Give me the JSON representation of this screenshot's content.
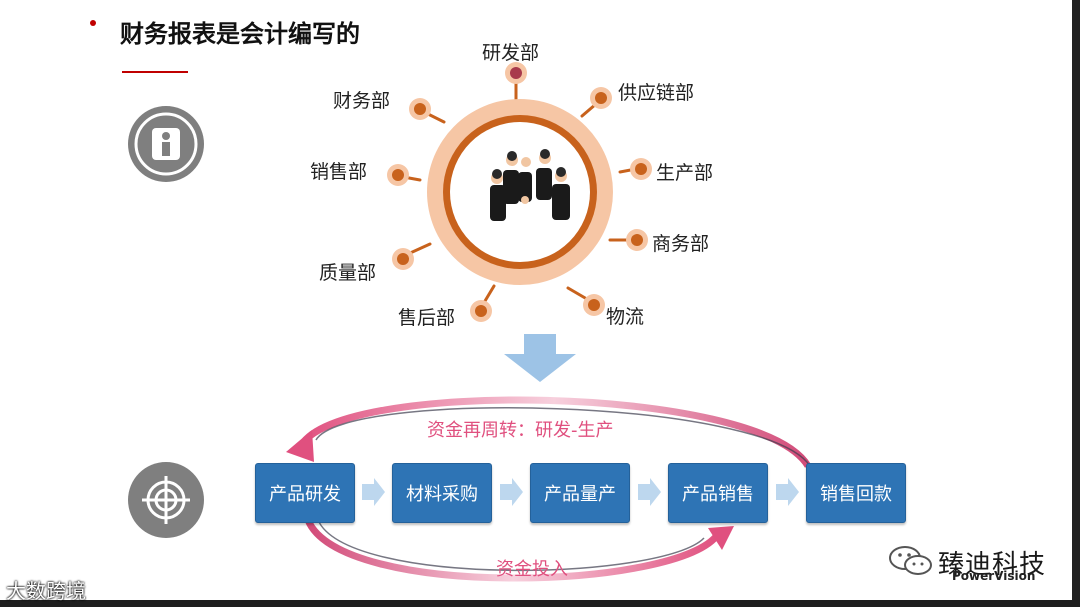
{
  "title": "财务报表是会计编写的",
  "departments": {
    "rd": "研发部",
    "supply_chain": "供应链部",
    "finance": "财务部",
    "production": "生产部",
    "sales": "销售部",
    "business": "商务部",
    "quality": "质量部",
    "logistics": "物流",
    "after_sales": "售后部"
  },
  "flow": {
    "steps": [
      "产品研发",
      "材料采购",
      "产品量产",
      "产品销售",
      "销售回款"
    ],
    "top_loop_label": "资金再周转：研发-生产",
    "bottom_loop_label": "资金投入"
  },
  "brand": {
    "name": "臻迪科技",
    "sub": "PowerVision"
  },
  "watermark": "大数跨境",
  "colors": {
    "accent_red": "#c00000",
    "ring_orange": "#c8621c",
    "ring_peach": "#f6c6a5",
    "box_blue": "#2e74b5",
    "arrow_light_blue": "#9dc3e6",
    "loop_pink": "#e0507f",
    "icon_gray": "#7f7f7f"
  },
  "icons": [
    "info-icon",
    "target-icon",
    "wechat-icon"
  ]
}
